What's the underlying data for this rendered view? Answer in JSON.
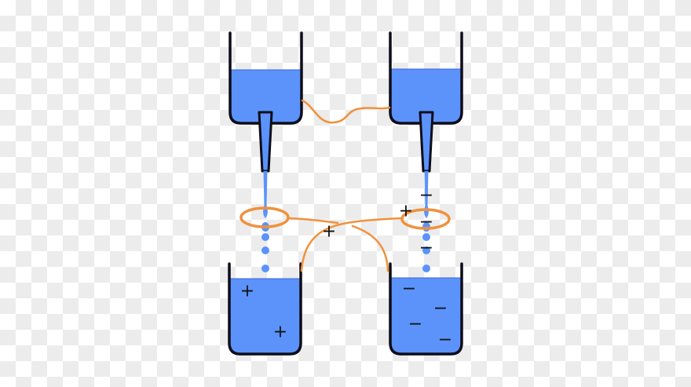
{
  "colors": {
    "water": "#5b93fb",
    "wire": "#f0913c",
    "outline": "#0d0d1a"
  },
  "labels": {
    "plus": "+",
    "minus": "−"
  },
  "icons": [
    "beaker",
    "nozzle",
    "ring-electrode",
    "wire",
    "water-drop"
  ]
}
